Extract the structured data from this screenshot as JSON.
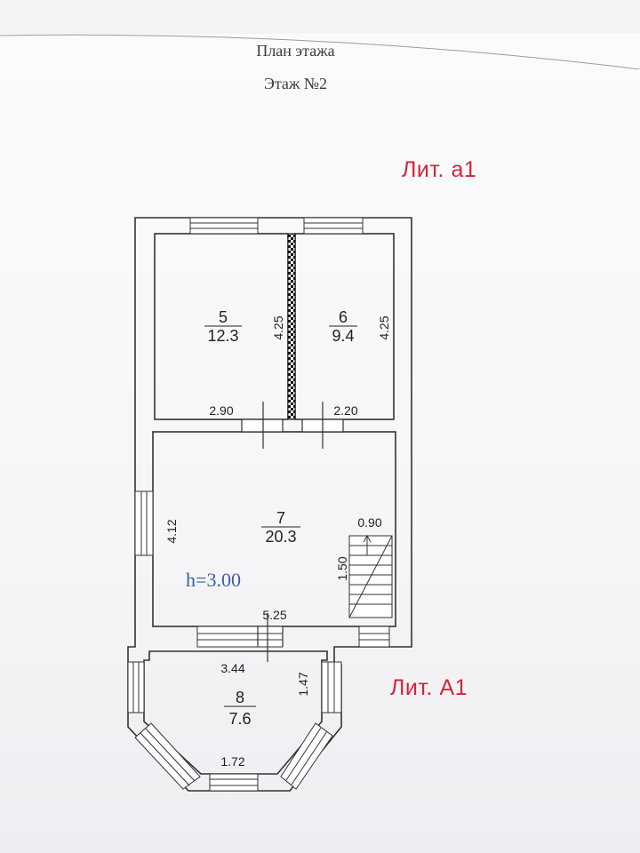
{
  "header": {
    "title": "План этажа",
    "subtitle": "Этаж №2"
  },
  "labels": {
    "lit_upper": "Лит. а1",
    "lit_lower": "Лит. А1",
    "height": "h=3.00"
  },
  "rooms": [
    {
      "number": "5",
      "area": "12.3"
    },
    {
      "number": "6",
      "area": "9.4"
    },
    {
      "number": "7",
      "area": "20.3"
    },
    {
      "number": "8",
      "area": "7.6"
    }
  ],
  "dimensions": {
    "room5_height": "4.25",
    "room6_height": "4.25",
    "room5_width": "2.90",
    "room6_width": "2.20",
    "room7_height": "4.12",
    "room7_width": "5.25",
    "stair_width": "0.90",
    "stair_length": "1.50",
    "room8_width": "3.44",
    "room8_side": "1.47",
    "room8_bottom": "1.72"
  },
  "colors": {
    "lit_label": "#d6243a",
    "height_label": "#3b5ea8",
    "wall": "#333333"
  }
}
